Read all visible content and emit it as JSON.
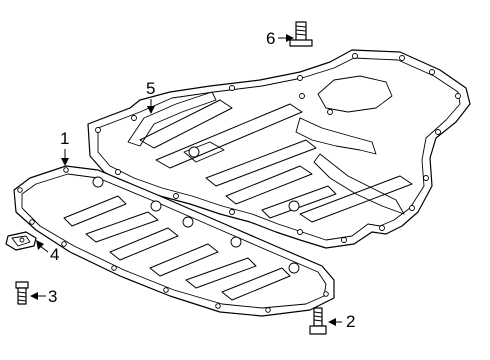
{
  "diagram": {
    "callouts": [
      {
        "id": "1",
        "label": "1",
        "part": "front-shield"
      },
      {
        "id": "2",
        "label": "2",
        "part": "bolt-lower-right"
      },
      {
        "id": "3",
        "label": "3",
        "part": "bolt-lower-left"
      },
      {
        "id": "4",
        "label": "4",
        "part": "clip-nut"
      },
      {
        "id": "5",
        "label": "5",
        "part": "rear-shield"
      },
      {
        "id": "6",
        "label": "6",
        "part": "bolt-top"
      }
    ]
  }
}
